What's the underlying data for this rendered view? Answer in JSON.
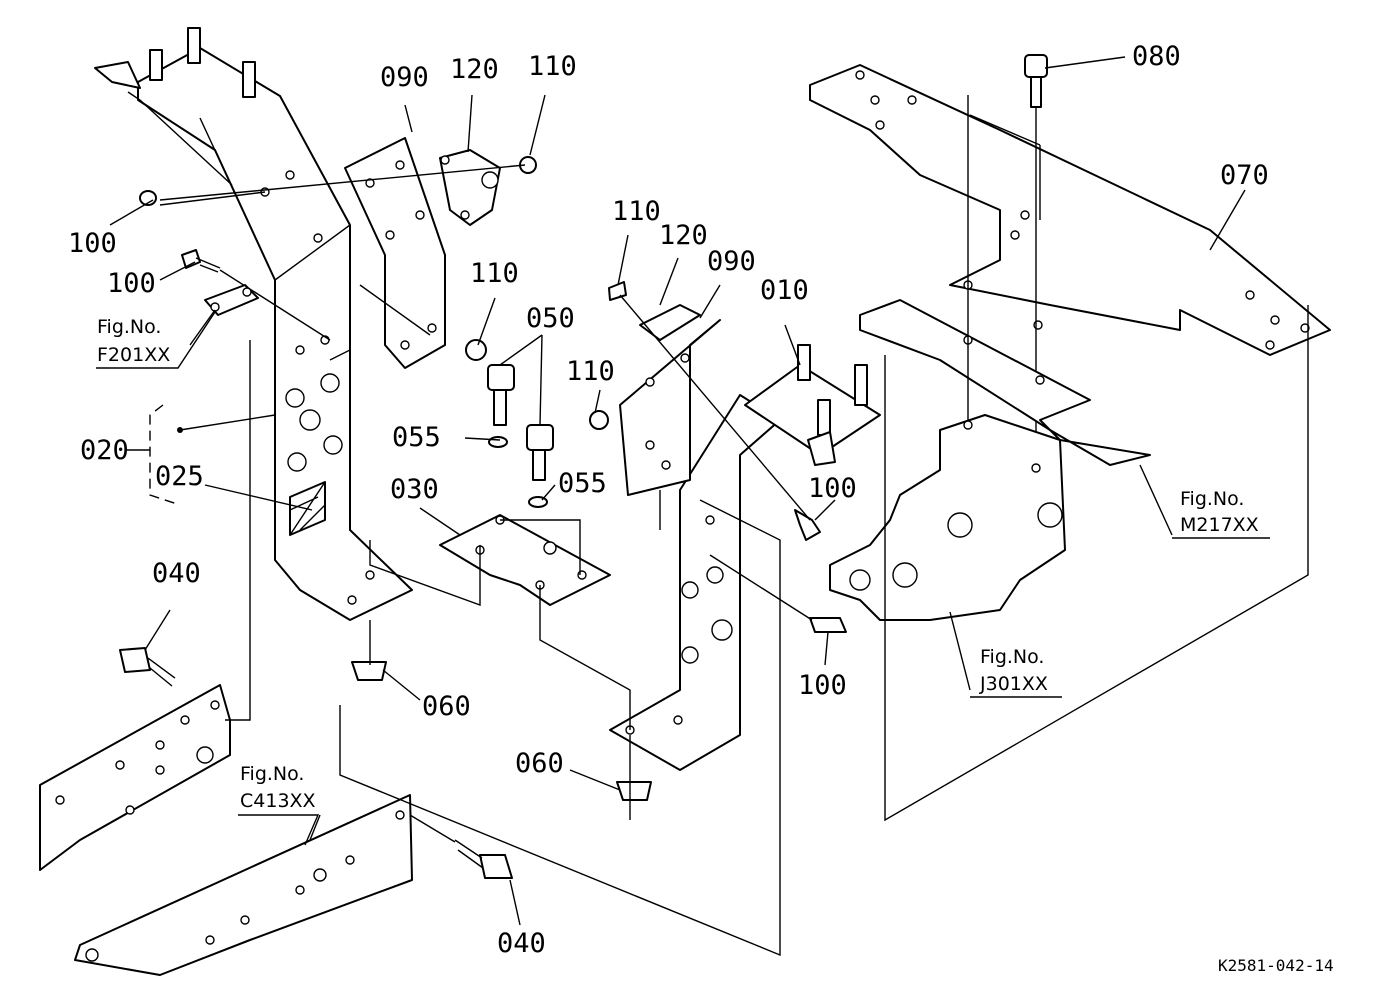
{
  "labels": {
    "p010": "010",
    "p020": "020",
    "p025": "025",
    "p030": "030",
    "p040a": "040",
    "p040b": "040",
    "p050": "050",
    "p055a": "055",
    "p055b": "055",
    "p060a": "060",
    "p060b": "060",
    "p070": "070",
    "p080": "080",
    "p090a": "090",
    "p090b": "090",
    "p100a": "100",
    "p100b": "100",
    "p100c": "100",
    "p100d": "100",
    "p110a": "110",
    "p110b": "110",
    "p110c": "110",
    "p110d": "110",
    "p120a": "120",
    "p120b": "120"
  },
  "figrefs": {
    "f201": {
      "line1": "Fig.No.",
      "line2": "F201XX"
    },
    "c413": {
      "line1": "Fig.No.",
      "line2": "C413XX"
    },
    "m217": {
      "line1": "Fig.No.",
      "line2": "M217XX"
    },
    "j301": {
      "line1": "Fig.No.",
      "line2": "J301XX"
    }
  },
  "drawing_code": "K2581-042-14"
}
